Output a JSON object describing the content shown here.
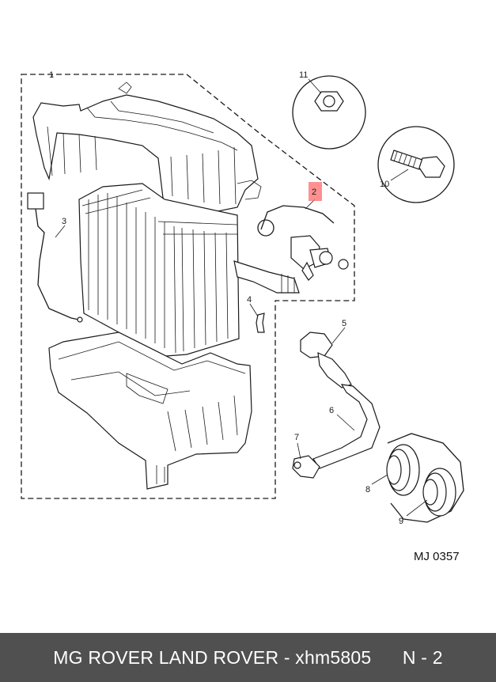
{
  "callouts": [
    {
      "id": "1",
      "text": "1"
    },
    {
      "id": "2",
      "text": "2"
    },
    {
      "id": "3",
      "text": "3"
    },
    {
      "id": "4",
      "text": "4"
    },
    {
      "id": "5",
      "text": "5"
    },
    {
      "id": "6",
      "text": "6"
    },
    {
      "id": "7",
      "text": "7"
    },
    {
      "id": "8",
      "text": "8"
    },
    {
      "id": "9",
      "text": "9"
    },
    {
      "id": "10",
      "text": "10"
    },
    {
      "id": "11",
      "text": "11"
    }
  ],
  "highlight_color": "#ff6b6b",
  "diagram_code": "MJ 0357",
  "footer": {
    "text": "MG ROVER LAND ROVER - xhm5805      N - 2"
  }
}
